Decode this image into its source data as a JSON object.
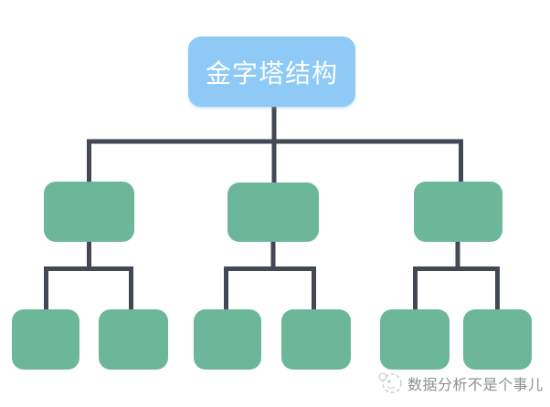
{
  "diagram": {
    "title": "金字塔结构",
    "type": "tree",
    "root_label": "金字塔结构",
    "tree": {
      "root": "金字塔结构",
      "level2_count": 3,
      "level3_count": 6,
      "level2_labels": [
        "",
        "",
        ""
      ],
      "level3_labels": [
        "",
        "",
        "",
        "",
        "",
        ""
      ],
      "structure": "root -> 3 children -> each child has 2 children"
    }
  },
  "watermark": {
    "text": "数据分析不是个事儿",
    "icon": "panda-logo-icon"
  },
  "colors": {
    "root-fill": "#8ECAF5",
    "root-text": "#FFFFFF",
    "node-fill": "#6CB69A",
    "connector": "#434854",
    "watermark-text": "#8F8F8F",
    "background": "#FFFFFF"
  }
}
